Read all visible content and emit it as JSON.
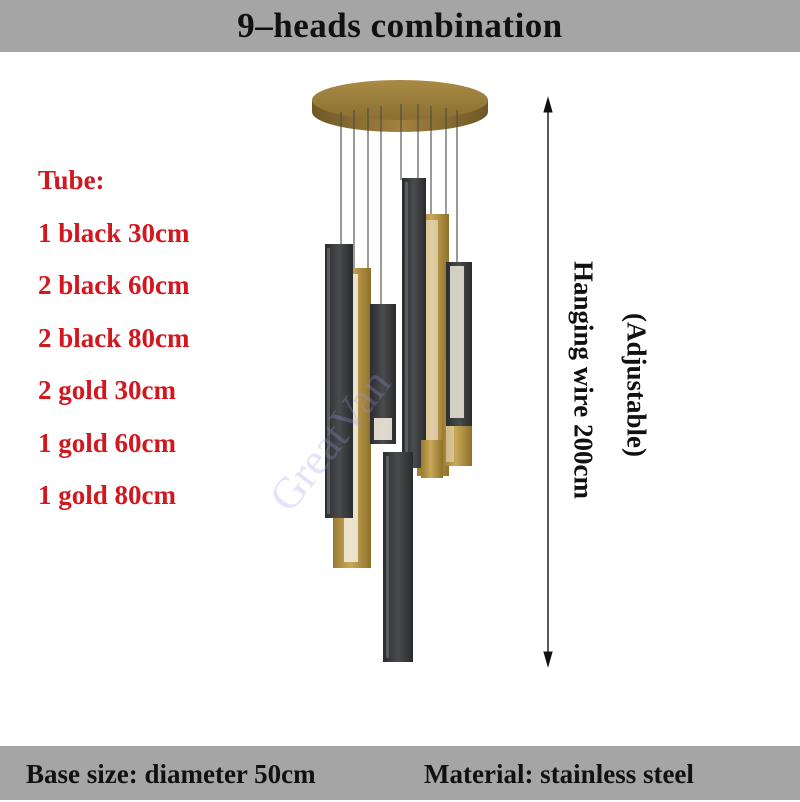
{
  "header": {
    "title": "9–heads combination"
  },
  "specs": {
    "heading": "Tube:",
    "items": [
      "1 black 30cm",
      "2 black 60cm",
      "2 black 80cm",
      "2 gold 30cm",
      "1 gold 60cm",
      "1 gold 80cm"
    ]
  },
  "dimension": {
    "label": "Hanging wire 200cm",
    "note": "(Adjustable)"
  },
  "watermark": "GreatVan",
  "footer": {
    "base_size": "Base size: diameter 50cm",
    "material": "Material: stainless steel"
  },
  "colors": {
    "band": "#a5a5a5",
    "spec_text": "#d4161e",
    "gold": "#b8943f",
    "black": "#3a3b3d"
  }
}
